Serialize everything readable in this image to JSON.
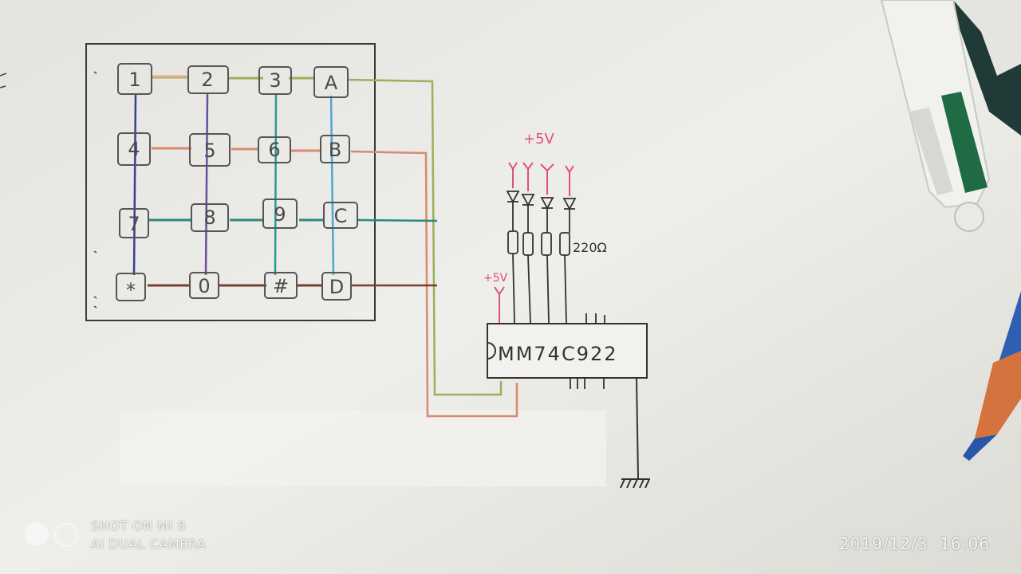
{
  "keypad": {
    "rows": [
      [
        "1",
        "2",
        "3",
        "A"
      ],
      [
        "4",
        "5",
        "6",
        "B"
      ],
      [
        "7",
        "8",
        "9",
        "C"
      ],
      [
        "*",
        "0",
        "#",
        "D"
      ]
    ]
  },
  "chip": {
    "label": "MM74C922"
  },
  "power": {
    "led_supply": "+5V",
    "chip_supply": "+5V"
  },
  "resistor": {
    "value": "220Ω"
  },
  "watermark": {
    "line1": "SHOT ON MI 8",
    "line2": "AI DUAL CAMERA"
  },
  "timestamp": {
    "date": "2019/12/3",
    "time": "16:06",
    "display": "2019/12/3  16:06"
  },
  "colors": {
    "paper": "#ebeae6",
    "ink": "#3a3a3a",
    "wire_green": "#9ab05a",
    "wire_salmon": "#d98a6e",
    "wire_teal": "#2e8a7c",
    "wire_brown": "#7a3e2e",
    "wire_purple": "#6a4fa0",
    "wire_cyan": "#4ea6d4",
    "wire_navy": "#3b3f94",
    "supply_red": "#e0507a"
  }
}
